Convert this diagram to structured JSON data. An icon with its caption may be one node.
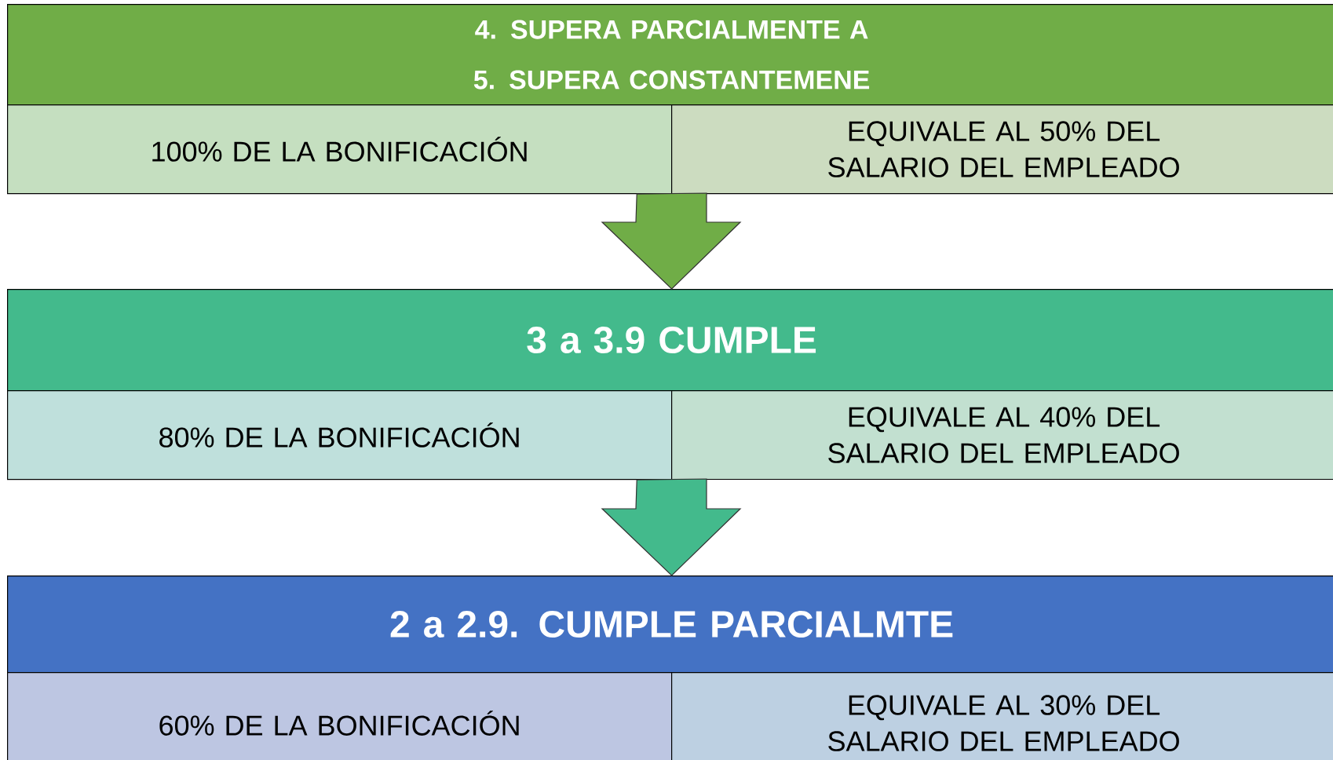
{
  "diagram": {
    "nodes": [
      {
        "text": [
          "4. SUPERA PARCIALMENTE A",
          "5. SUPERA CONSTANTEMENE"
        ]
      },
      {
        "text": [
          "100% DE LA BONIFICACIÓN"
        ]
      },
      {
        "text": [
          "EQUIVALE AL 50% DEL SALARIO DEL EMPLEADO"
        ]
      },
      {
        "text": [
          "3 a 3.9 CUMPLE"
        ]
      },
      {
        "text": [
          "80% DE LA BONIFICACIÓN"
        ]
      },
      {
        "text": [
          "EQUIVALE AL 40% DEL SALARIO DEL EMPLEADO"
        ]
      },
      {
        "text": [
          "2 a 2.9. CUMPLE PARCIALMTE"
        ]
      },
      {
        "text": [
          "60% DE LA BONIFICACIÓN"
        ]
      },
      {
        "text": [
          "EQUIVALE AL 30% DEL SALARIO DEL EMPLEADO"
        ]
      }
    ],
    "edges": [
      {
        "from": 1,
        "to": 3,
        "arrow": "to",
        "color": "#70ad47"
      },
      {
        "from": 4,
        "to": 6,
        "arrow": "to",
        "color": "#43ba8c"
      }
    ]
  }
}
